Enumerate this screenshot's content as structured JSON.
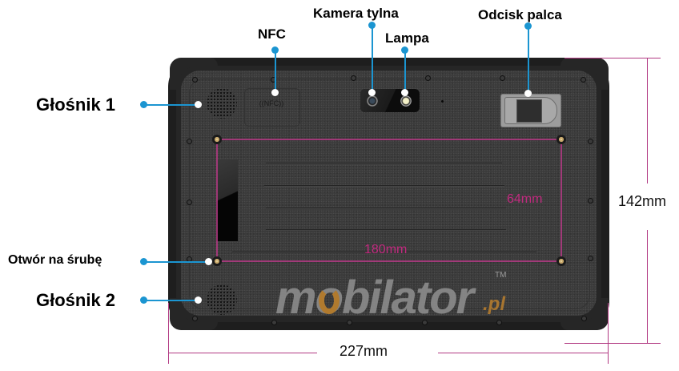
{
  "callouts": {
    "nfc": "NFC",
    "rear_camera": "Kamera tylna",
    "flash": "Lampa",
    "fingerprint": "Odcisk palca",
    "speaker_1": "Głośnik 1",
    "screw_hole": "Otwór na śrubę",
    "speaker_2": "Głośnik 2"
  },
  "dimensions": {
    "width": "227mm",
    "height": "142mm",
    "mount_width": "180mm",
    "mount_height": "64mm"
  },
  "device": {
    "nfc_marking": "((NFC))",
    "logo_main": "mobilator",
    "logo_suffix": ".pl",
    "logo_tm": "TM"
  },
  "colors": {
    "callout": "#1b95d1",
    "dimension_line": "#b23a83",
    "mount_text": "#c12a7f",
    "logo_accent": "#b07a2e",
    "device_body": "#3b3b3b"
  }
}
